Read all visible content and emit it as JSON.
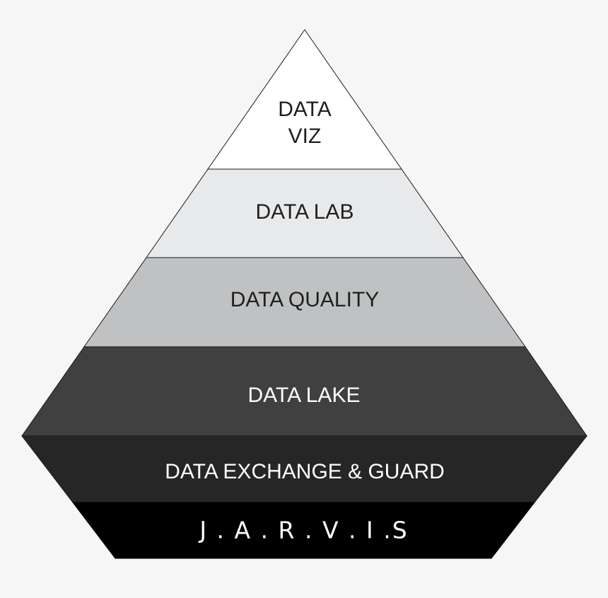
{
  "diagram": {
    "layers": [
      {
        "id": "viz",
        "line1": "DATA",
        "line2": "VIZ",
        "fill": "#ffffff",
        "text_color": "#1f1f1f"
      },
      {
        "id": "lab",
        "label": "DATA LAB",
        "fill": "#e8e9ea",
        "text_color": "#1f1f1f"
      },
      {
        "id": "quality",
        "label": "DATA QUALITY",
        "fill": "#bfc1c2",
        "text_color": "#1f1f1f"
      },
      {
        "id": "lake",
        "label": "DATA LAKE",
        "fill": "#404040",
        "text_color": "#ffffff"
      },
      {
        "id": "exchange",
        "label": "DATA EXCHANGE & GUARD",
        "fill": "#262626",
        "text_color": "#ffffff"
      },
      {
        "id": "jarvis",
        "label": "J . A . R . V . I  .S",
        "fill": "#000000",
        "text_color": "#ffffff"
      }
    ],
    "colors": {
      "background": "#f6f6f6",
      "outline": "#1a1a1a"
    }
  }
}
